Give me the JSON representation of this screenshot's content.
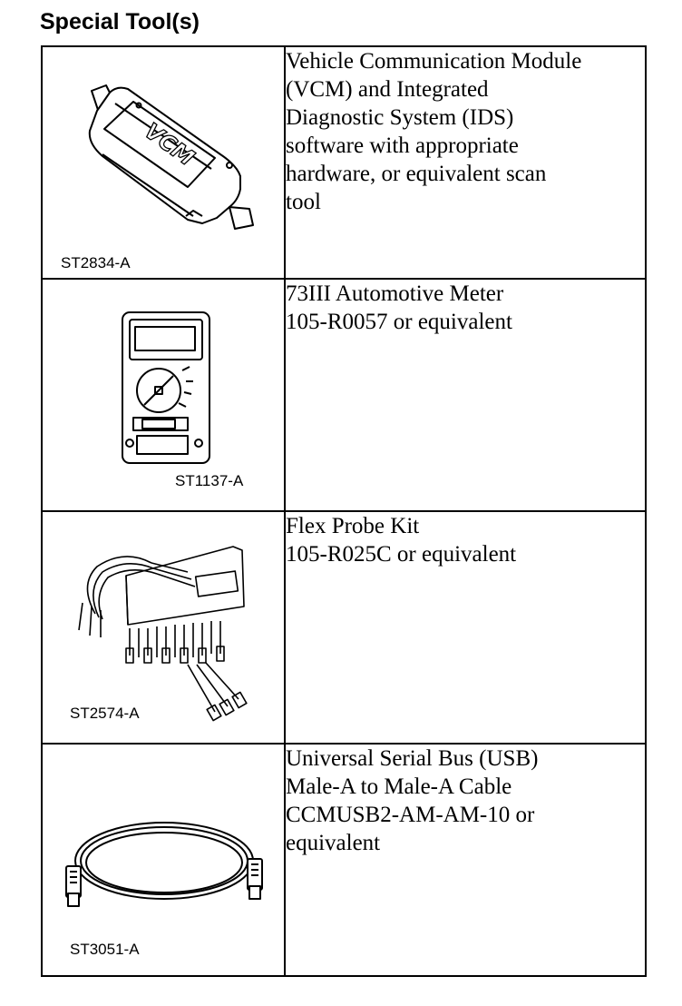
{
  "page": {
    "heading": "Special Tool(s)"
  },
  "tools": [
    {
      "image_code": "ST2834-A",
      "image_lettering": "VCM",
      "description_lines": [
        "Vehicle Communication Module",
        "(VCM) and Integrated",
        "Diagnostic System (IDS)",
        "software with appropriate",
        "hardware, or equivalent scan",
        "tool"
      ]
    },
    {
      "image_code": "ST1137-A",
      "description_lines": [
        "73III Automotive Meter",
        "105-R0057 or equivalent"
      ]
    },
    {
      "image_code": "ST2574-A",
      "description_lines": [
        "Flex Probe Kit",
        "105-R025C or equivalent"
      ]
    },
    {
      "image_code": "ST3051-A",
      "description_lines": [
        "Universal Serial Bus (USB)",
        "Male-A to Male-A Cable",
        "CCMUSB2-AM-AM-10 or",
        "equivalent"
      ]
    }
  ]
}
